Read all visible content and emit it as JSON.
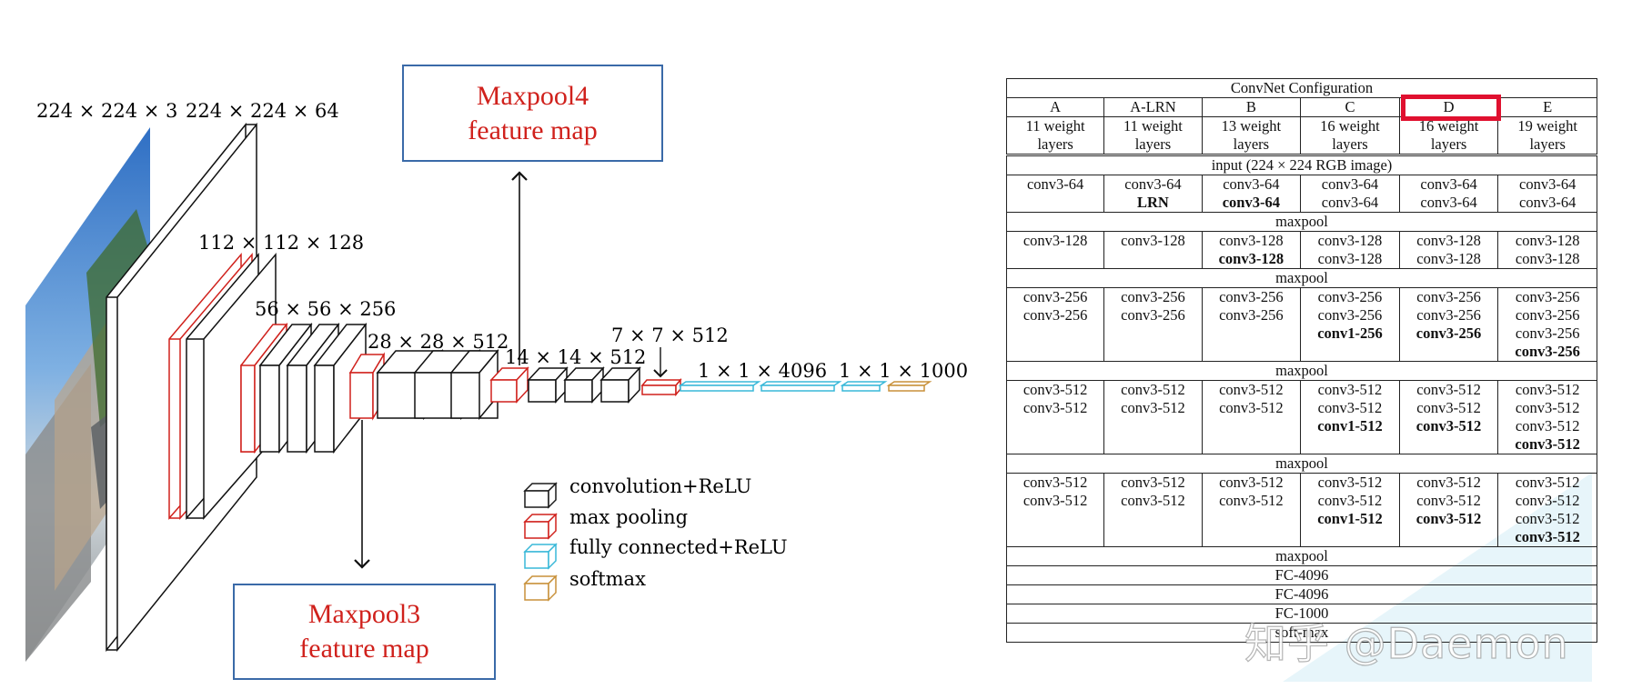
{
  "architecture": {
    "dims": {
      "input": "224 × 224 × 3",
      "conv1": "224 × 224 × 64",
      "conv2": "112 × 112 × 128",
      "conv3": "56 × 56 × 256",
      "conv4": "28 × 28 × 512",
      "conv5": "14 × 14 × 512",
      "pool5": "7 × 7 × 512",
      "fc": "1 × 1 × 4096",
      "softmax": "1 × 1 × 1000"
    },
    "callouts": {
      "maxpool4": [
        "Maxpool4",
        "feature map"
      ],
      "maxpool3": [
        "Maxpool3",
        "feature map"
      ]
    },
    "legend": [
      {
        "label": "convolution+ReLU",
        "color": "#1a1a1a"
      },
      {
        "label": "max pooling",
        "color": "#d0211c"
      },
      {
        "label": "fully connected+ReLU",
        "color": "#38b8d8"
      },
      {
        "label": "softmax",
        "color": "#c8913a"
      }
    ]
  },
  "table": {
    "title": "ConvNet Configuration",
    "columns": [
      "A",
      "A-LRN",
      "B",
      "C",
      "D",
      "E"
    ],
    "highlighted_column": "D",
    "weights": [
      [
        "11 weight",
        "layers"
      ],
      [
        "11 weight",
        "layers"
      ],
      [
        "13 weight",
        "layers"
      ],
      [
        "16 weight",
        "layers"
      ],
      [
        "16 weight",
        "layers"
      ],
      [
        "19 weight",
        "layers"
      ]
    ],
    "input": "input (224 × 224 RGB image)",
    "blocks": [
      {
        "rows": [
          [
            [
              "conv3-64"
            ],
            [
              "conv3-64",
              "*LRN"
            ],
            [
              "conv3-64",
              "*conv3-64"
            ],
            [
              "conv3-64",
              "conv3-64"
            ],
            [
              "conv3-64",
              "conv3-64"
            ],
            [
              "conv3-64",
              "conv3-64"
            ]
          ]
        ],
        "after": "maxpool"
      },
      {
        "rows": [
          [
            [
              "conv3-128"
            ],
            [
              "conv3-128"
            ],
            [
              "conv3-128",
              "*conv3-128"
            ],
            [
              "conv3-128",
              "conv3-128"
            ],
            [
              "conv3-128",
              "conv3-128"
            ],
            [
              "conv3-128",
              "conv3-128"
            ]
          ]
        ],
        "after": "maxpool"
      },
      {
        "rows": [
          [
            [
              "conv3-256",
              "conv3-256"
            ],
            [
              "conv3-256",
              "conv3-256"
            ],
            [
              "conv3-256",
              "conv3-256"
            ],
            [
              "conv3-256",
              "conv3-256",
              "*conv1-256"
            ],
            [
              "conv3-256",
              "conv3-256",
              "*conv3-256"
            ],
            [
              "conv3-256",
              "conv3-256",
              "conv3-256",
              "*conv3-256"
            ]
          ]
        ],
        "after": "maxpool"
      },
      {
        "rows": [
          [
            [
              "conv3-512",
              "conv3-512"
            ],
            [
              "conv3-512",
              "conv3-512"
            ],
            [
              "conv3-512",
              "conv3-512"
            ],
            [
              "conv3-512",
              "conv3-512",
              "*conv1-512"
            ],
            [
              "conv3-512",
              "conv3-512",
              "*conv3-512"
            ],
            [
              "conv3-512",
              "conv3-512",
              "conv3-512",
              "*conv3-512"
            ]
          ]
        ],
        "after": "maxpool"
      },
      {
        "rows": [
          [
            [
              "conv3-512",
              "conv3-512"
            ],
            [
              "conv3-512",
              "conv3-512"
            ],
            [
              "conv3-512",
              "conv3-512"
            ],
            [
              "conv3-512",
              "conv3-512",
              "*conv1-512"
            ],
            [
              "conv3-512",
              "conv3-512",
              "*conv3-512"
            ],
            [
              "conv3-512",
              "conv3-512",
              "conv3-512",
              "*conv3-512"
            ]
          ]
        ],
        "after": "maxpool"
      }
    ],
    "tail": [
      "FC-4096",
      "FC-4096",
      "FC-1000",
      "soft-max"
    ]
  },
  "watermark": "知乎 @Daemon"
}
